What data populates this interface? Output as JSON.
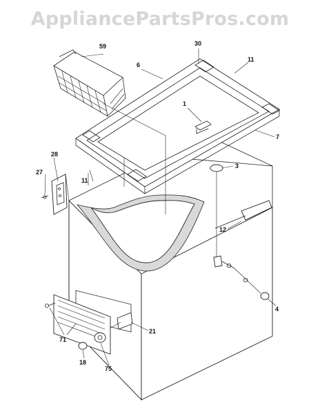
{
  "watermark": {
    "text": "AppliancePartsPros.com"
  },
  "callouts": {
    "c59": "59",
    "c30": "30",
    "c6": "6",
    "c11a": "11",
    "c1": "1",
    "c7": "7",
    "c28": "28",
    "c3": "3",
    "c27": "27",
    "c11b": "11",
    "c12": "12",
    "c4": "4",
    "c71": "71",
    "c21": "21",
    "c18": "18",
    "c75": "75"
  },
  "icons": {
    "watermark": "brand-logo-text"
  }
}
